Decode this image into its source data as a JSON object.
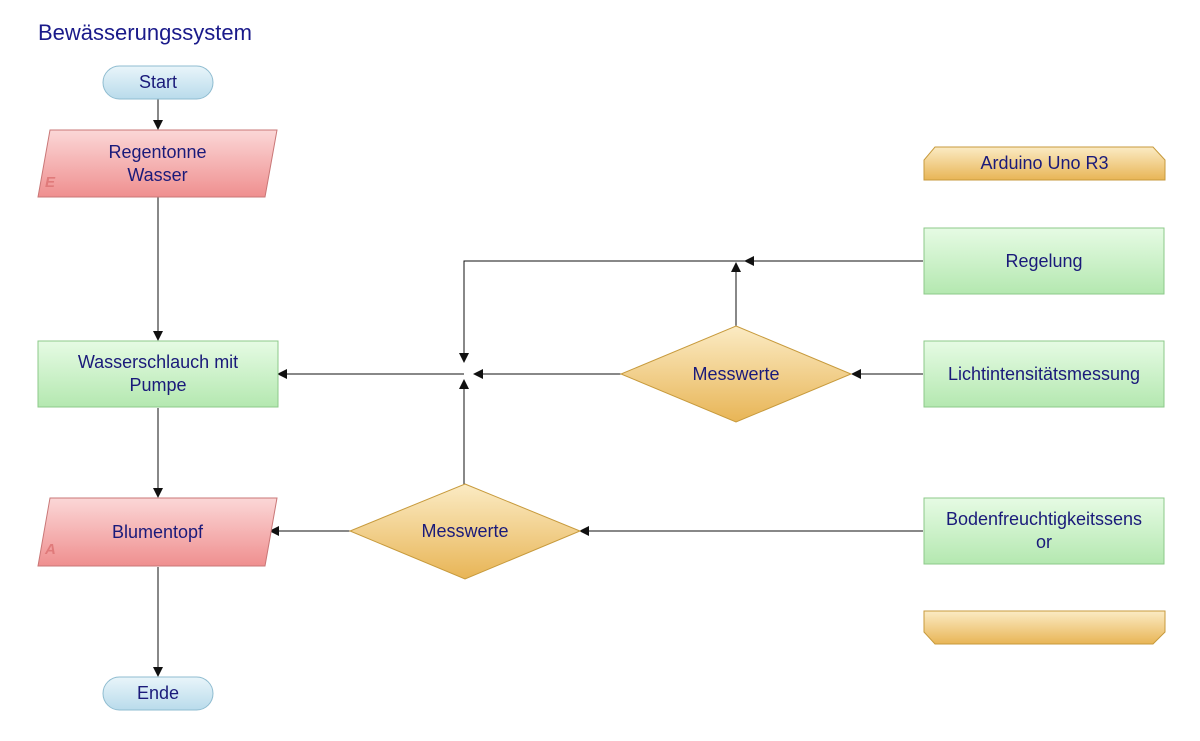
{
  "title": "Bewässerungssystem",
  "colors": {
    "terminator": "#cfe6f1",
    "io": "#f29b9b",
    "process": "#c7efc4",
    "decision": "#f0cc78",
    "arrow": "#111111",
    "text": "#1a1a7a"
  },
  "nodes": {
    "start": "Start",
    "regentonne": "Regentonne\nWasser",
    "regentonne_mark": "E",
    "schlauch": "Wasserschlauch mit\nPumpe",
    "blumentopf": "Blumentopf",
    "blumentopf_mark": "A",
    "ende": "Ende",
    "messwerte_top": "Messwerte",
    "messwerte_bottom": "Messwerte",
    "arduino": "Arduino Uno R3",
    "regelung": "Regelung",
    "licht": "Lichtintensitätsmessung",
    "boden": "Bodenfreuchtigkeitssens\nor",
    "empty_bar": ""
  }
}
